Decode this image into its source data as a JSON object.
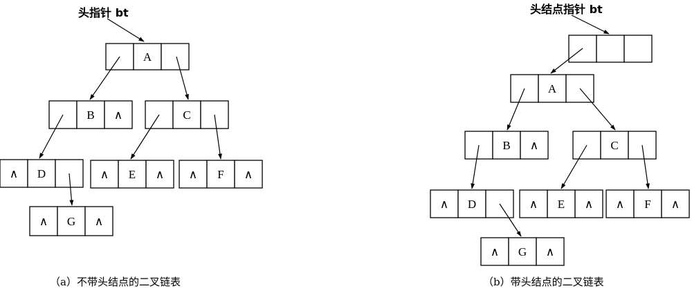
{
  "null_symbol": "∧",
  "left": {
    "head_pointer_label": "头指针 bt",
    "caption": "（a）不带头结点的二叉链表",
    "nodes": {
      "A": {
        "data": "A",
        "lchild": "",
        "rchild": ""
      },
      "B": {
        "data": "B",
        "lchild": "",
        "rchild": "∧"
      },
      "C": {
        "data": "C",
        "lchild": "",
        "rchild": ""
      },
      "D": {
        "data": "D",
        "lchild": "∧",
        "rchild": ""
      },
      "E": {
        "data": "E",
        "lchild": "∧",
        "rchild": "∧"
      },
      "F": {
        "data": "F",
        "lchild": "∧",
        "rchild": "∧"
      },
      "G": {
        "data": "G",
        "lchild": "∧",
        "rchild": "∧"
      }
    }
  },
  "right": {
    "head_pointer_label": "头结点指针 bt",
    "caption": "（b）带头结点的二叉链表",
    "head_node": {
      "data": "",
      "lchild": "",
      "rchild": ""
    },
    "nodes": {
      "A": {
        "data": "A",
        "lchild": "",
        "rchild": ""
      },
      "B": {
        "data": "B",
        "lchild": "",
        "rchild": "∧"
      },
      "C": {
        "data": "C",
        "lchild": "",
        "rchild": ""
      },
      "D": {
        "data": "D",
        "lchild": "∧",
        "rchild": ""
      },
      "E": {
        "data": "E",
        "lchild": "∧",
        "rchild": "∧"
      },
      "F": {
        "data": "F",
        "lchild": "∧",
        "rchild": "∧"
      },
      "G": {
        "data": "G",
        "lchild": "∧",
        "rchild": "∧"
      }
    }
  }
}
